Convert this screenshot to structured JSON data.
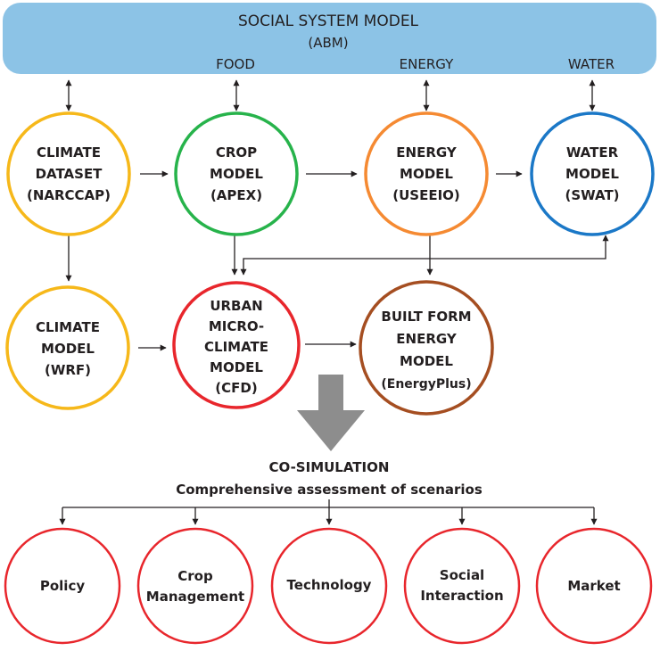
{
  "header": {
    "title": "SOCIAL SYSTEM MODEL",
    "subtitle": "(ABM)",
    "food_label": "FOOD",
    "energy_label": "ENERGY",
    "water_label": "WATER",
    "fill_color": "#8cc3e6"
  },
  "models": {
    "climate_dataset": {
      "lines": [
        "CLIMATE",
        "DATASET",
        "(NARCCAP)"
      ],
      "color": "#f6b81a"
    },
    "crop_model": {
      "lines": [
        "CROP",
        "MODEL",
        "(APEX)"
      ],
      "color": "#27b34b"
    },
    "energy_model": {
      "lines": [
        "ENERGY",
        "MODEL",
        "(USEEIO)"
      ],
      "color": "#f58a32"
    },
    "water_model": {
      "lines": [
        "WATER",
        "MODEL",
        "(SWAT)"
      ],
      "color": "#1b78c7"
    },
    "climate_model": {
      "lines": [
        "CLIMATE",
        "MODEL",
        "(WRF)"
      ],
      "color": "#f6b81a"
    },
    "urban_microclimate_model": {
      "lines": [
        "URBAN",
        "MICRO-",
        "CLIMATE",
        "MODEL",
        "(CFD)"
      ],
      "color": "#e8262c"
    },
    "built_form_energy_model": {
      "lines": [
        "BUILT FORM",
        "ENERGY",
        "MODEL",
        "(EnergyPlus)"
      ],
      "color": "#a54e21"
    }
  },
  "cosimulation": {
    "title": "CO-SIMULATION",
    "subtitle": "Comprehensive assessment of scenarios",
    "arrow_color": "#8d8d8d"
  },
  "scenarios": [
    {
      "lines": [
        "Policy"
      ]
    },
    {
      "lines": [
        "Crop",
        "Management"
      ]
    },
    {
      "lines": [
        "Technology"
      ]
    },
    {
      "lines": [
        "Social",
        "Interaction"
      ]
    },
    {
      "lines": [
        "Market"
      ]
    }
  ],
  "scenario_color": "#e8262c"
}
